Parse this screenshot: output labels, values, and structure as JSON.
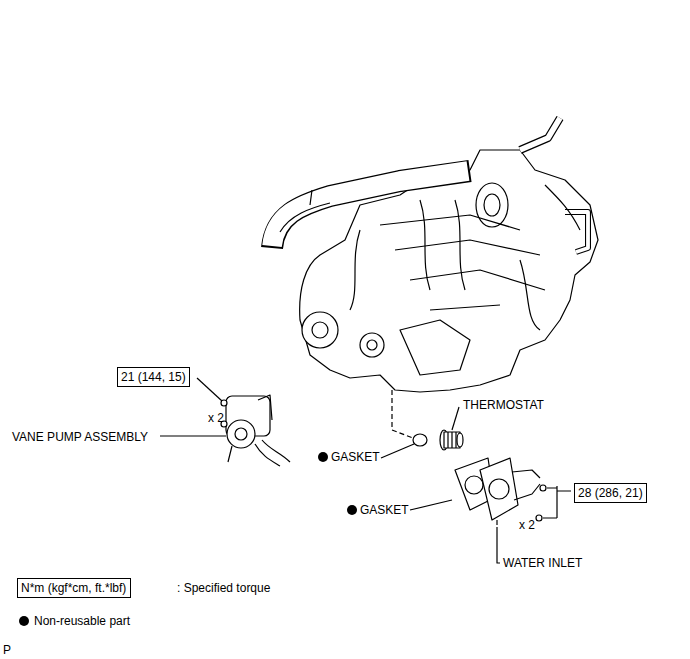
{
  "diagram": {
    "nodes": [
      {
        "text": [
          "21 (144, 15)"
        ]
      },
      {
        "text": [
          "28 (286, 21)"
        ]
      },
      {
        "text": [
          "N*m (kgf*cm, ft.*lbf)"
        ]
      }
    ],
    "labels": [
      "x 2",
      "VANE PUMP ASSEMBLY",
      "THERMOSTAT",
      "GASKET",
      "GASKET",
      "x 2",
      "WATER INLET",
      ": Specified torque",
      "Non-reusable part",
      "P"
    ]
  }
}
